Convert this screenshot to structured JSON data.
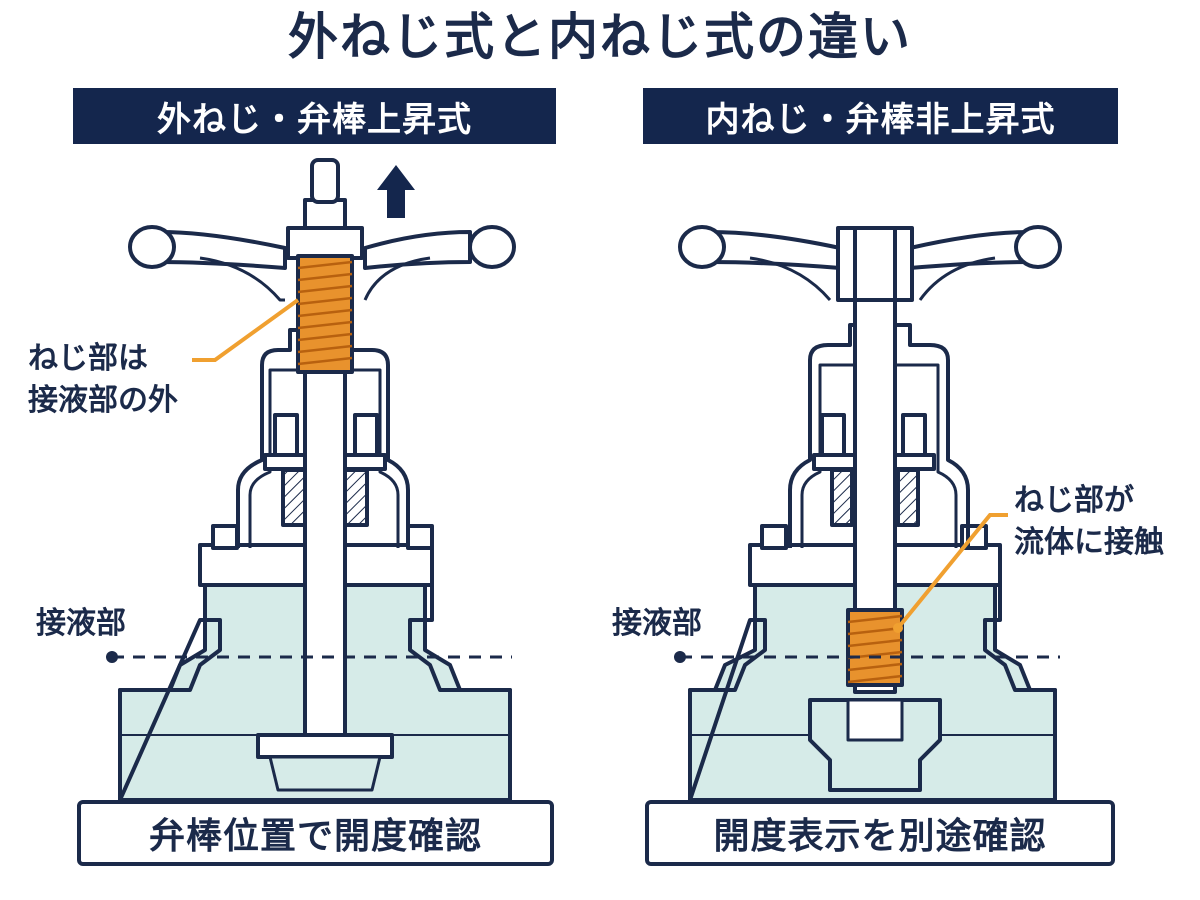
{
  "title": "外ねじ式と内ねじ式の違い",
  "left": {
    "header": "外ねじ・弁棒上昇式",
    "footer": "弁棒位置で開度確認",
    "thread_label_line1": "ねじ部は",
    "thread_label_line2": "接液部の外",
    "wetted_label": "接液部"
  },
  "right": {
    "header": "内ねじ・弁棒非上昇式",
    "footer": "開度表示を別途確認",
    "thread_label_line1": "ねじ部が",
    "thread_label_line2": "流体に接触",
    "wetted_label": "接液部"
  },
  "colors": {
    "navy": "#14264d",
    "line": "#1b2a4a",
    "fluid": "#d6ebe8",
    "thread": "#e8922d",
    "leader": "#f0a030"
  },
  "icons": {
    "rise_arrow": "arrow-up-icon"
  }
}
